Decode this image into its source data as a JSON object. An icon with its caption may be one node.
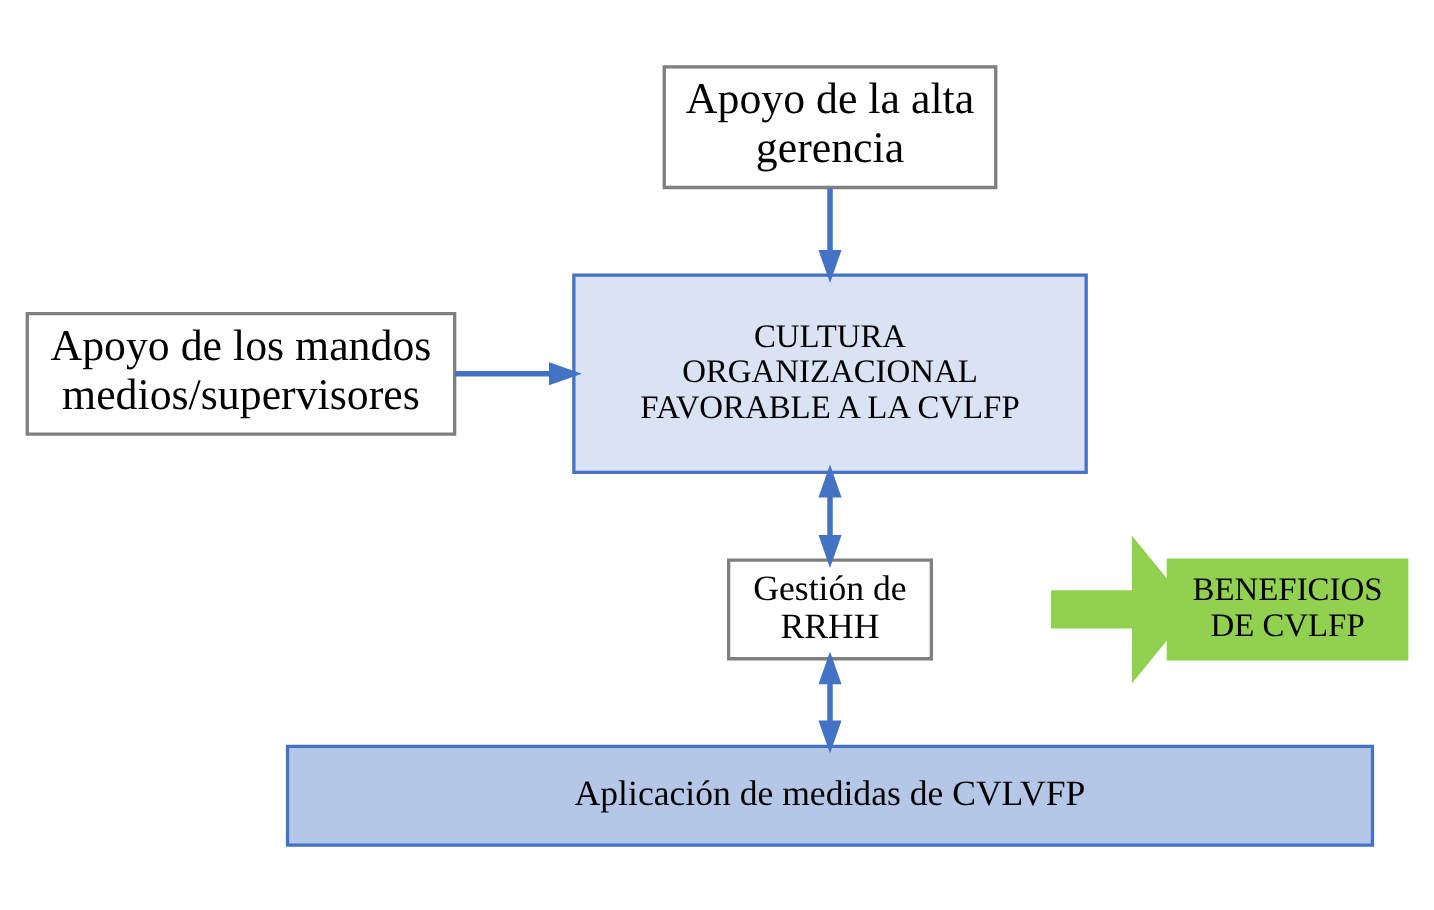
{
  "diagram": {
    "nodes": [
      {
        "text": [
          "Apoyo de la alta gerencia"
        ]
      },
      {
        "text": [
          "Apoyo de los mandos medios/supervisores"
        ]
      },
      {
        "text": [
          "CULTURA ORGANIZACIONAL FAVORABLE A LA CVLFP"
        ]
      },
      {
        "text": [
          "BENEFICIOS DE CVLFP"
        ]
      },
      {
        "text": [
          "Gestión de RRHH"
        ]
      },
      {
        "text": [
          "Aplicación de medidas de CVLVFP"
        ]
      }
    ],
    "edges": [
      {
        "from": 0,
        "to": 2,
        "arrow": "to"
      },
      {
        "from": 1,
        "to": 2,
        "arrow": "to"
      },
      {
        "from": 2,
        "to": 4,
        "arrow": "both"
      },
      {
        "from": 4,
        "to": 5,
        "arrow": "both"
      },
      {
        "from": null,
        "to": 3,
        "arrow": "to",
        "style": "thick",
        "color": "#92d050"
      }
    ]
  }
}
